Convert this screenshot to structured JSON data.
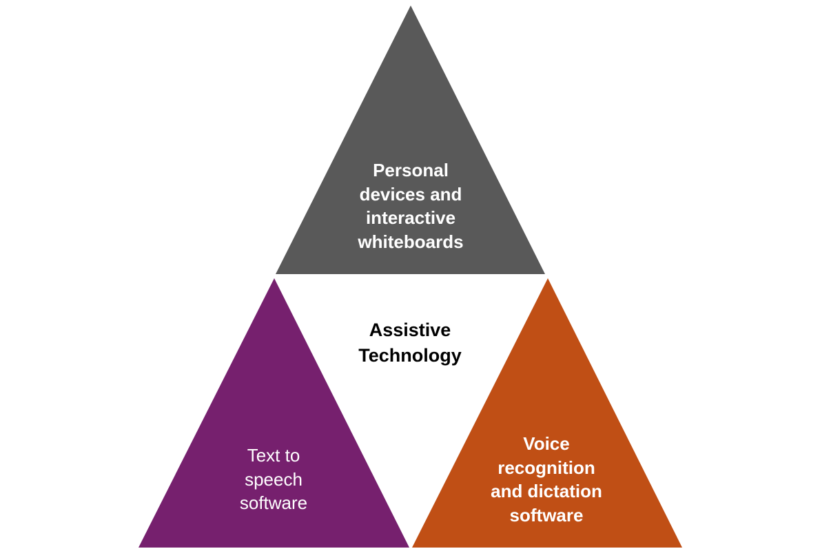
{
  "diagram": {
    "center": {
      "lines": [
        "Assistive",
        "Technology"
      ]
    },
    "top": {
      "lines": [
        "Personal",
        "devices and",
        "interactive",
        "whiteboards"
      ],
      "color": "#595959"
    },
    "left": {
      "lines": [
        "Text to",
        "speech",
        "software"
      ],
      "color": "#76206E"
    },
    "right": {
      "lines": [
        "Voice",
        "recognition",
        "and dictation",
        "software"
      ],
      "color": "#C04F15"
    }
  }
}
